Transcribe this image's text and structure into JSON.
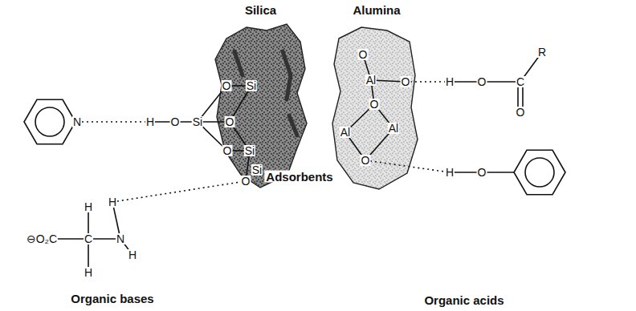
{
  "diagram": {
    "nodes": [
      {
        "text": [
          "Silica"
        ]
      },
      {
        "text": [
          "Alumina"
        ]
      }
    ],
    "labels": [
      "Adsorbents",
      "Organic bases",
      "Organic acids",
      "N",
      "H",
      "O",
      "Si",
      "O",
      "Si",
      "O",
      "O",
      "Si",
      "Si",
      "O",
      "⊖O₂C",
      "C",
      "N",
      "H",
      "H",
      "H",
      "H",
      "O",
      "Al",
      "O",
      "H",
      "O",
      "C",
      "R",
      "O",
      "O",
      "Al",
      "Al",
      "O",
      "H",
      "O"
    ]
  }
}
